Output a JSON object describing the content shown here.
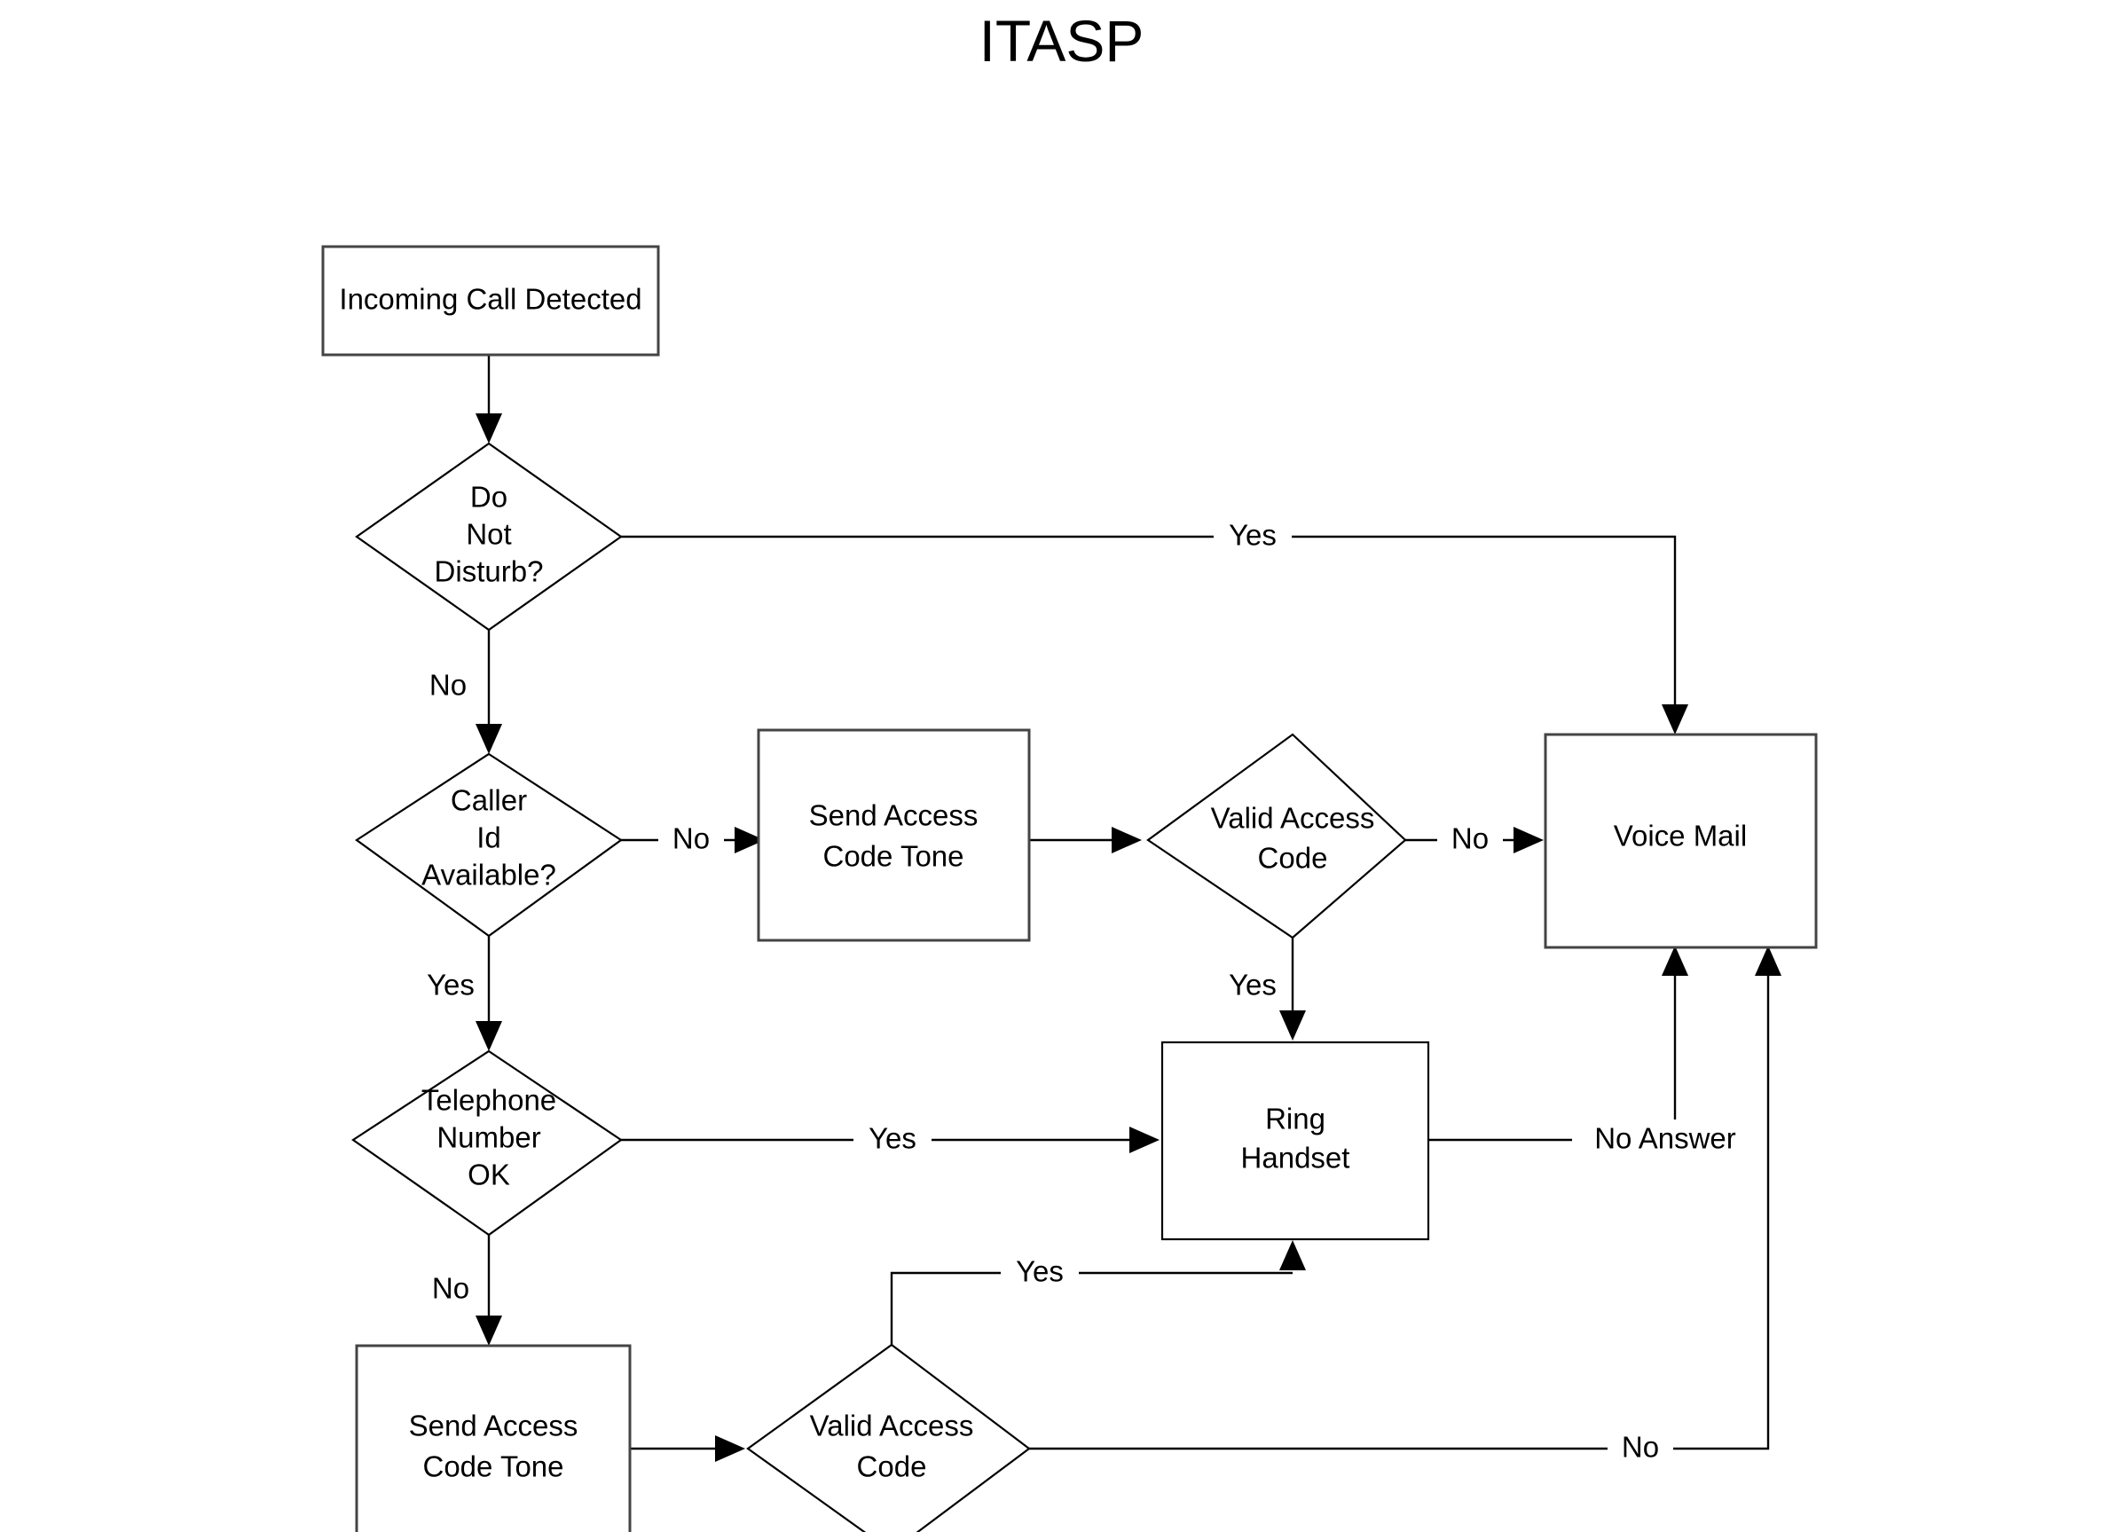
{
  "title": "ITASP",
  "colors": {
    "background": "#ffffff",
    "node_stroke": "#000000",
    "node_fill": "#ffffff",
    "edge_stroke": "#4a4a4a",
    "text": "#000000"
  },
  "chart_data": {
    "type": "diagram",
    "diagram_kind": "flowchart",
    "title": "ITASP",
    "nodes": [
      {
        "id": "incoming_call",
        "shape": "process",
        "label": "Incoming Call Detected",
        "lines": [
          "Incoming Call Detected"
        ]
      },
      {
        "id": "do_not_disturb",
        "shape": "decision",
        "label": "Do Not Disturb?",
        "lines": [
          "Do",
          "Not",
          "Disturb?"
        ]
      },
      {
        "id": "caller_id",
        "shape": "decision",
        "label": "Caller Id Available?",
        "lines": [
          "Caller",
          "Id",
          "Available?"
        ]
      },
      {
        "id": "send_tone_mid",
        "shape": "process",
        "label": "Send Access Code Tone",
        "lines": [
          "Send Access",
          "Code Tone"
        ]
      },
      {
        "id": "valid_code_mid",
        "shape": "decision",
        "label": "Valid Access Code",
        "lines": [
          "Valid Access",
          "Code"
        ]
      },
      {
        "id": "voice_mail",
        "shape": "process",
        "label": "Voice Mail",
        "lines": [
          "Voice Mail"
        ]
      },
      {
        "id": "telephone_number_ok",
        "shape": "decision",
        "label": "Telephone Number OK",
        "lines": [
          "Telephone",
          "Number",
          "OK"
        ]
      },
      {
        "id": "ring_handset",
        "shape": "process",
        "label": "Ring Handset",
        "lines": [
          "Ring",
          "Handset"
        ]
      },
      {
        "id": "send_tone_bottom",
        "shape": "process",
        "label": "Send Access Code Tone",
        "lines": [
          "Send Access",
          "Code Tone"
        ]
      },
      {
        "id": "valid_code_bottom",
        "shape": "decision",
        "label": "Valid Access Code",
        "lines": [
          "Valid Access",
          "Code"
        ]
      }
    ],
    "edges": [
      {
        "from": "incoming_call",
        "to": "do_not_disturb",
        "label": ""
      },
      {
        "from": "do_not_disturb",
        "to": "voice_mail",
        "label": "Yes"
      },
      {
        "from": "do_not_disturb",
        "to": "caller_id",
        "label": "No"
      },
      {
        "from": "caller_id",
        "to": "send_tone_mid",
        "label": "No"
      },
      {
        "from": "caller_id",
        "to": "telephone_number_ok",
        "label": "Yes"
      },
      {
        "from": "send_tone_mid",
        "to": "valid_code_mid",
        "label": ""
      },
      {
        "from": "valid_code_mid",
        "to": "voice_mail",
        "label": "No"
      },
      {
        "from": "valid_code_mid",
        "to": "ring_handset",
        "label": "Yes"
      },
      {
        "from": "telephone_number_ok",
        "to": "ring_handset",
        "label": "Yes"
      },
      {
        "from": "telephone_number_ok",
        "to": "send_tone_bottom",
        "label": "No"
      },
      {
        "from": "ring_handset",
        "to": "voice_mail",
        "label": "No Answer"
      },
      {
        "from": "send_tone_bottom",
        "to": "valid_code_bottom",
        "label": ""
      },
      {
        "from": "valid_code_bottom",
        "to": "ring_handset",
        "label": "Yes"
      },
      {
        "from": "valid_code_bottom",
        "to": "voice_mail",
        "label": "No"
      }
    ]
  },
  "nodes": {
    "incoming_call": {
      "line1": "Incoming Call Detected"
    },
    "do_not_disturb": {
      "line1": "Do",
      "line2": "Not",
      "line3": "Disturb?"
    },
    "caller_id": {
      "line1": "Caller",
      "line2": "Id",
      "line3": "Available?"
    },
    "send_tone_mid": {
      "line1": "Send Access",
      "line2": "Code Tone"
    },
    "valid_code_mid": {
      "line1": "Valid Access",
      "line2": "Code"
    },
    "voice_mail": {
      "line1": "Voice Mail"
    },
    "telephone_number_ok": {
      "line1": "Telephone",
      "line2": "Number",
      "line3": "OK"
    },
    "ring_handset": {
      "line1": "Ring",
      "line2": "Handset"
    },
    "send_tone_bottom": {
      "line1": "Send Access",
      "line2": "Code Tone"
    },
    "valid_code_bottom": {
      "line1": "Valid Access",
      "line2": "Code"
    }
  },
  "edge_labels": {
    "dnd_yes": "Yes",
    "dnd_no": "No",
    "caller_id_no": "No",
    "caller_id_yes": "Yes",
    "valid_mid_no": "No",
    "valid_mid_yes": "Yes",
    "tel_ok_yes": "Yes",
    "tel_ok_no": "No",
    "ring_no_answer": "No Answer",
    "valid_bottom_yes": "Yes",
    "valid_bottom_no": "No"
  }
}
